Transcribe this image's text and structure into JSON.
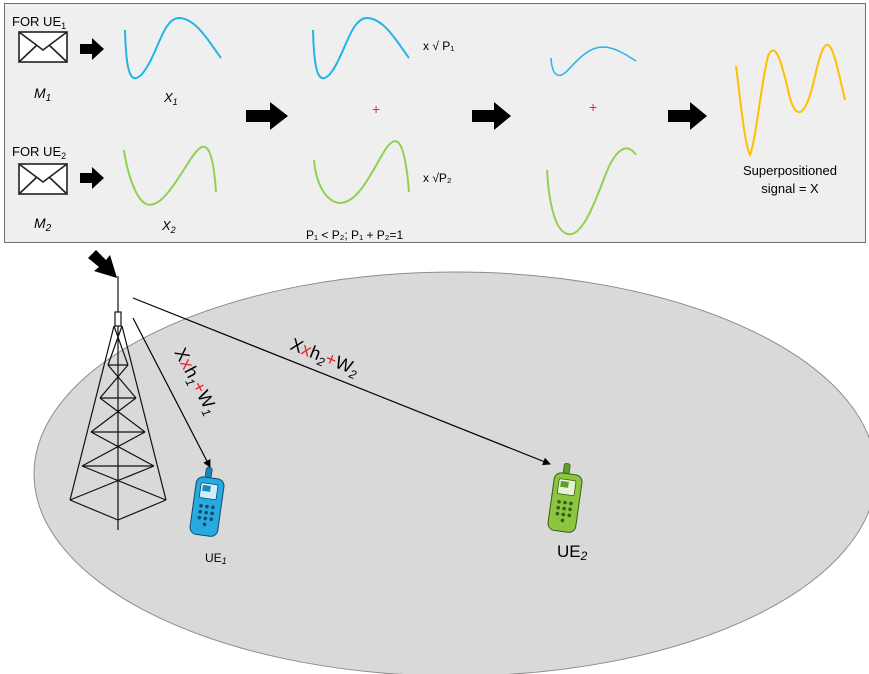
{
  "colors": {
    "ue1_signal": "#22b4e6",
    "ue2_signal": "#92d050",
    "superposed_signal": "#ffc000",
    "operator": "#e8262b",
    "coverage_area": "#d9d9d9",
    "panel_background": "#efefef"
  },
  "top_panel": {
    "ue1": {
      "header_prefix": "FOR UE",
      "header_sub": "1",
      "message_label": "M",
      "message_sub": "1",
      "signal_label": "X",
      "signal_sub": "1"
    },
    "ue2": {
      "header_prefix": "FOR UE",
      "header_sub": "2",
      "message_label": "M",
      "message_sub": "2",
      "signal_label": "X",
      "signal_sub": "2"
    },
    "power1_label": "x √ P₁",
    "power2_label": "x √P₂",
    "plus": "+",
    "power_constraint": "P₁ < P₂;  P₁ + P₂=1",
    "superposition_line1": "Superpositioned",
    "superposition_line2": "signal = X"
  },
  "channel": {
    "link1": {
      "x": "X",
      "mult": "x",
      "h": "h",
      "h_sub": "1",
      "plus": "+",
      "w": "W",
      "w_sub": "1"
    },
    "link2": {
      "x": "X",
      "mult": "x",
      "h": "h",
      "h_sub": "2",
      "plus": "+",
      "w": "W",
      "w_sub": "2"
    },
    "ue1_label_prefix": "UE",
    "ue1_label_sub": "1",
    "ue2_label_prefix": "UE",
    "ue2_label_sub": "2"
  },
  "icons": [
    "envelope-icon",
    "right-arrow-icon",
    "tower-icon",
    "mobile-phone-icon"
  ]
}
